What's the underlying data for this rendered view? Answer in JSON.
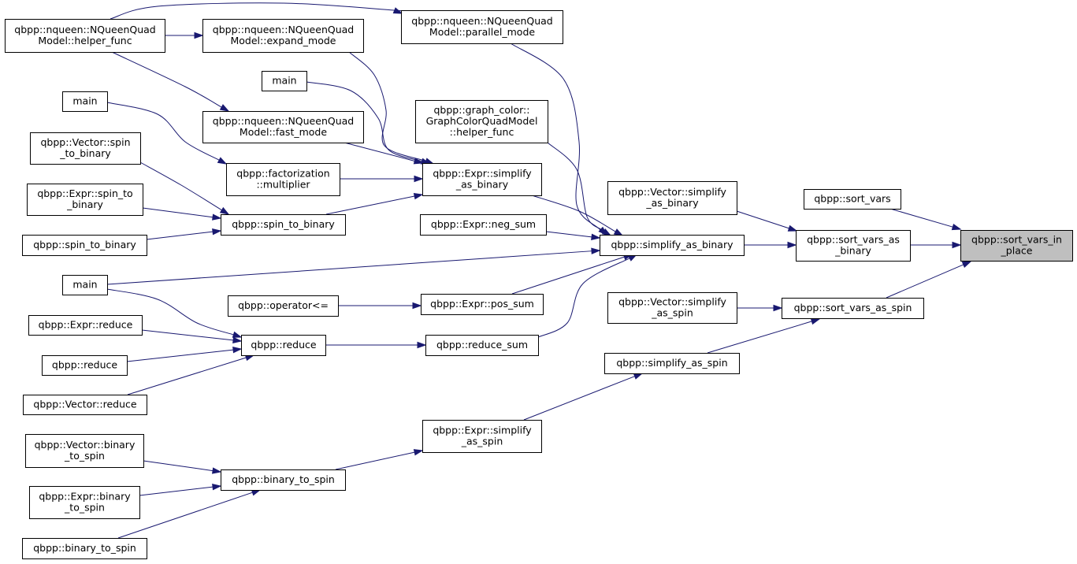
{
  "diagram": {
    "title": "",
    "nodes": [
      {
        "id": "sort_vars_in_place",
        "lines": [
          "qbpp::sort_vars_in",
          "_place"
        ],
        "highlight": true
      },
      {
        "id": "sort_vars",
        "lines": [
          "qbpp::sort_vars"
        ]
      },
      {
        "id": "sort_vars_as_binary",
        "lines": [
          "qbpp::sort_vars_as",
          "_binary"
        ]
      },
      {
        "id": "sort_vars_as_spin",
        "lines": [
          "qbpp::sort_vars_as_spin"
        ]
      },
      {
        "id": "vector_simplify_as_binary",
        "lines": [
          "qbpp::Vector::simplify",
          "_as_binary"
        ]
      },
      {
        "id": "simplify_as_binary",
        "lines": [
          "qbpp::simplify_as_binary"
        ]
      },
      {
        "id": "vector_simplify_as_spin",
        "lines": [
          "qbpp::Vector::simplify",
          "_as_spin"
        ]
      },
      {
        "id": "simplify_as_spin",
        "lines": [
          "qbpp::simplify_as_spin"
        ]
      },
      {
        "id": "nqueen_parallel_mode",
        "lines": [
          "qbpp::nqueen::NQueenQuad",
          "Model::parallel_mode"
        ]
      },
      {
        "id": "graphcolor_helper_func",
        "lines": [
          "qbpp::graph_color::",
          "GraphColorQuadModel",
          "::helper_func"
        ]
      },
      {
        "id": "expr_simplify_as_binary",
        "lines": [
          "qbpp::Expr::simplify",
          "_as_binary"
        ]
      },
      {
        "id": "expr_neg_sum",
        "lines": [
          "qbpp::Expr::neg_sum"
        ]
      },
      {
        "id": "expr_pos_sum",
        "lines": [
          "qbpp::Expr::pos_sum"
        ]
      },
      {
        "id": "reduce_sum",
        "lines": [
          "qbpp::reduce_sum"
        ]
      },
      {
        "id": "expr_simplify_as_spin",
        "lines": [
          "qbpp::Expr::simplify",
          "_as_spin"
        ]
      },
      {
        "id": "nqueen_helper_func",
        "lines": [
          "qbpp::nqueen::NQueenQuad",
          "Model::helper_func"
        ]
      },
      {
        "id": "nqueen_expand_mode",
        "lines": [
          "qbpp::nqueen::NQueenQuad",
          "Model::expand_mode"
        ]
      },
      {
        "id": "main_a",
        "lines": [
          "main"
        ]
      },
      {
        "id": "nqueen_fast_mode",
        "lines": [
          "qbpp::nqueen::NQueenQuad",
          "Model::fast_mode"
        ]
      },
      {
        "id": "main_b",
        "lines": [
          "main"
        ]
      },
      {
        "id": "factorization_multiplier",
        "lines": [
          "qbpp::factorization",
          "::multiplier"
        ]
      },
      {
        "id": "vector_spin_to_binary",
        "lines": [
          "qbpp::Vector::spin",
          "_to_binary"
        ]
      },
      {
        "id": "spin_to_binary",
        "lines": [
          "qbpp::spin_to_binary"
        ]
      },
      {
        "id": "expr_spin_to_binary",
        "lines": [
          "qbpp::Expr::spin_to",
          "_binary"
        ]
      },
      {
        "id": "spin_to_binary_leaf",
        "lines": [
          "qbpp::spin_to_binary"
        ]
      },
      {
        "id": "main_c",
        "lines": [
          "main"
        ]
      },
      {
        "id": "operator_le",
        "lines": [
          "qbpp::operator<="
        ]
      },
      {
        "id": "reduce",
        "lines": [
          "qbpp::reduce"
        ]
      },
      {
        "id": "expr_reduce",
        "lines": [
          "qbpp::Expr::reduce"
        ]
      },
      {
        "id": "reduce_leaf",
        "lines": [
          "qbpp::reduce"
        ]
      },
      {
        "id": "vector_reduce",
        "lines": [
          "qbpp::Vector::reduce"
        ]
      },
      {
        "id": "binary_to_spin",
        "lines": [
          "qbpp::binary_to_spin"
        ]
      },
      {
        "id": "vector_binary_to_spin",
        "lines": [
          "qbpp::Vector::binary",
          "_to_spin"
        ]
      },
      {
        "id": "expr_binary_to_spin",
        "lines": [
          "qbpp::Expr::binary",
          "_to_spin"
        ]
      },
      {
        "id": "binary_to_spin_leaf",
        "lines": [
          "qbpp::binary_to_spin"
        ]
      }
    ],
    "edges": [
      {
        "from": "sort_vars",
        "to": "sort_vars_in_place"
      },
      {
        "from": "sort_vars_as_binary",
        "to": "sort_vars_in_place"
      },
      {
        "from": "sort_vars_as_spin",
        "to": "sort_vars_in_place"
      },
      {
        "from": "vector_simplify_as_binary",
        "to": "sort_vars_as_binary"
      },
      {
        "from": "simplify_as_binary",
        "to": "sort_vars_as_binary"
      },
      {
        "from": "vector_simplify_as_spin",
        "to": "sort_vars_as_spin"
      },
      {
        "from": "simplify_as_spin",
        "to": "sort_vars_as_spin"
      },
      {
        "from": "nqueen_parallel_mode",
        "to": "simplify_as_binary"
      },
      {
        "from": "graphcolor_helper_func",
        "to": "simplify_as_binary"
      },
      {
        "from": "expr_simplify_as_binary",
        "to": "simplify_as_binary"
      },
      {
        "from": "expr_neg_sum",
        "to": "simplify_as_binary"
      },
      {
        "from": "main_c",
        "to": "simplify_as_binary"
      },
      {
        "from": "expr_pos_sum",
        "to": "simplify_as_binary"
      },
      {
        "from": "reduce_sum",
        "to": "simplify_as_binary"
      },
      {
        "from": "expr_simplify_as_spin",
        "to": "simplify_as_spin"
      },
      {
        "from": "nqueen_helper_func",
        "to": "nqueen_parallel_mode"
      },
      {
        "from": "nqueen_helper_func",
        "to": "nqueen_expand_mode"
      },
      {
        "from": "nqueen_helper_func",
        "to": "nqueen_fast_mode"
      },
      {
        "from": "nqueen_expand_mode",
        "to": "expr_simplify_as_binary"
      },
      {
        "from": "main_a",
        "to": "expr_simplify_as_binary"
      },
      {
        "from": "nqueen_fast_mode",
        "to": "expr_simplify_as_binary"
      },
      {
        "from": "main_b",
        "to": "factorization_multiplier"
      },
      {
        "from": "factorization_multiplier",
        "to": "expr_simplify_as_binary"
      },
      {
        "from": "spin_to_binary",
        "to": "expr_simplify_as_binary"
      },
      {
        "from": "vector_spin_to_binary",
        "to": "spin_to_binary"
      },
      {
        "from": "expr_spin_to_binary",
        "to": "spin_to_binary"
      },
      {
        "from": "spin_to_binary_leaf",
        "to": "spin_to_binary"
      },
      {
        "from": "operator_le",
        "to": "expr_pos_sum"
      },
      {
        "from": "reduce",
        "to": "reduce_sum"
      },
      {
        "from": "main_c",
        "to": "reduce"
      },
      {
        "from": "expr_reduce",
        "to": "reduce"
      },
      {
        "from": "reduce_leaf",
        "to": "reduce"
      },
      {
        "from": "vector_reduce",
        "to": "reduce"
      },
      {
        "from": "binary_to_spin",
        "to": "expr_simplify_as_spin"
      },
      {
        "from": "vector_binary_to_spin",
        "to": "binary_to_spin"
      },
      {
        "from": "expr_binary_to_spin",
        "to": "binary_to_spin"
      },
      {
        "from": "binary_to_spin_leaf",
        "to": "binary_to_spin"
      }
    ]
  }
}
